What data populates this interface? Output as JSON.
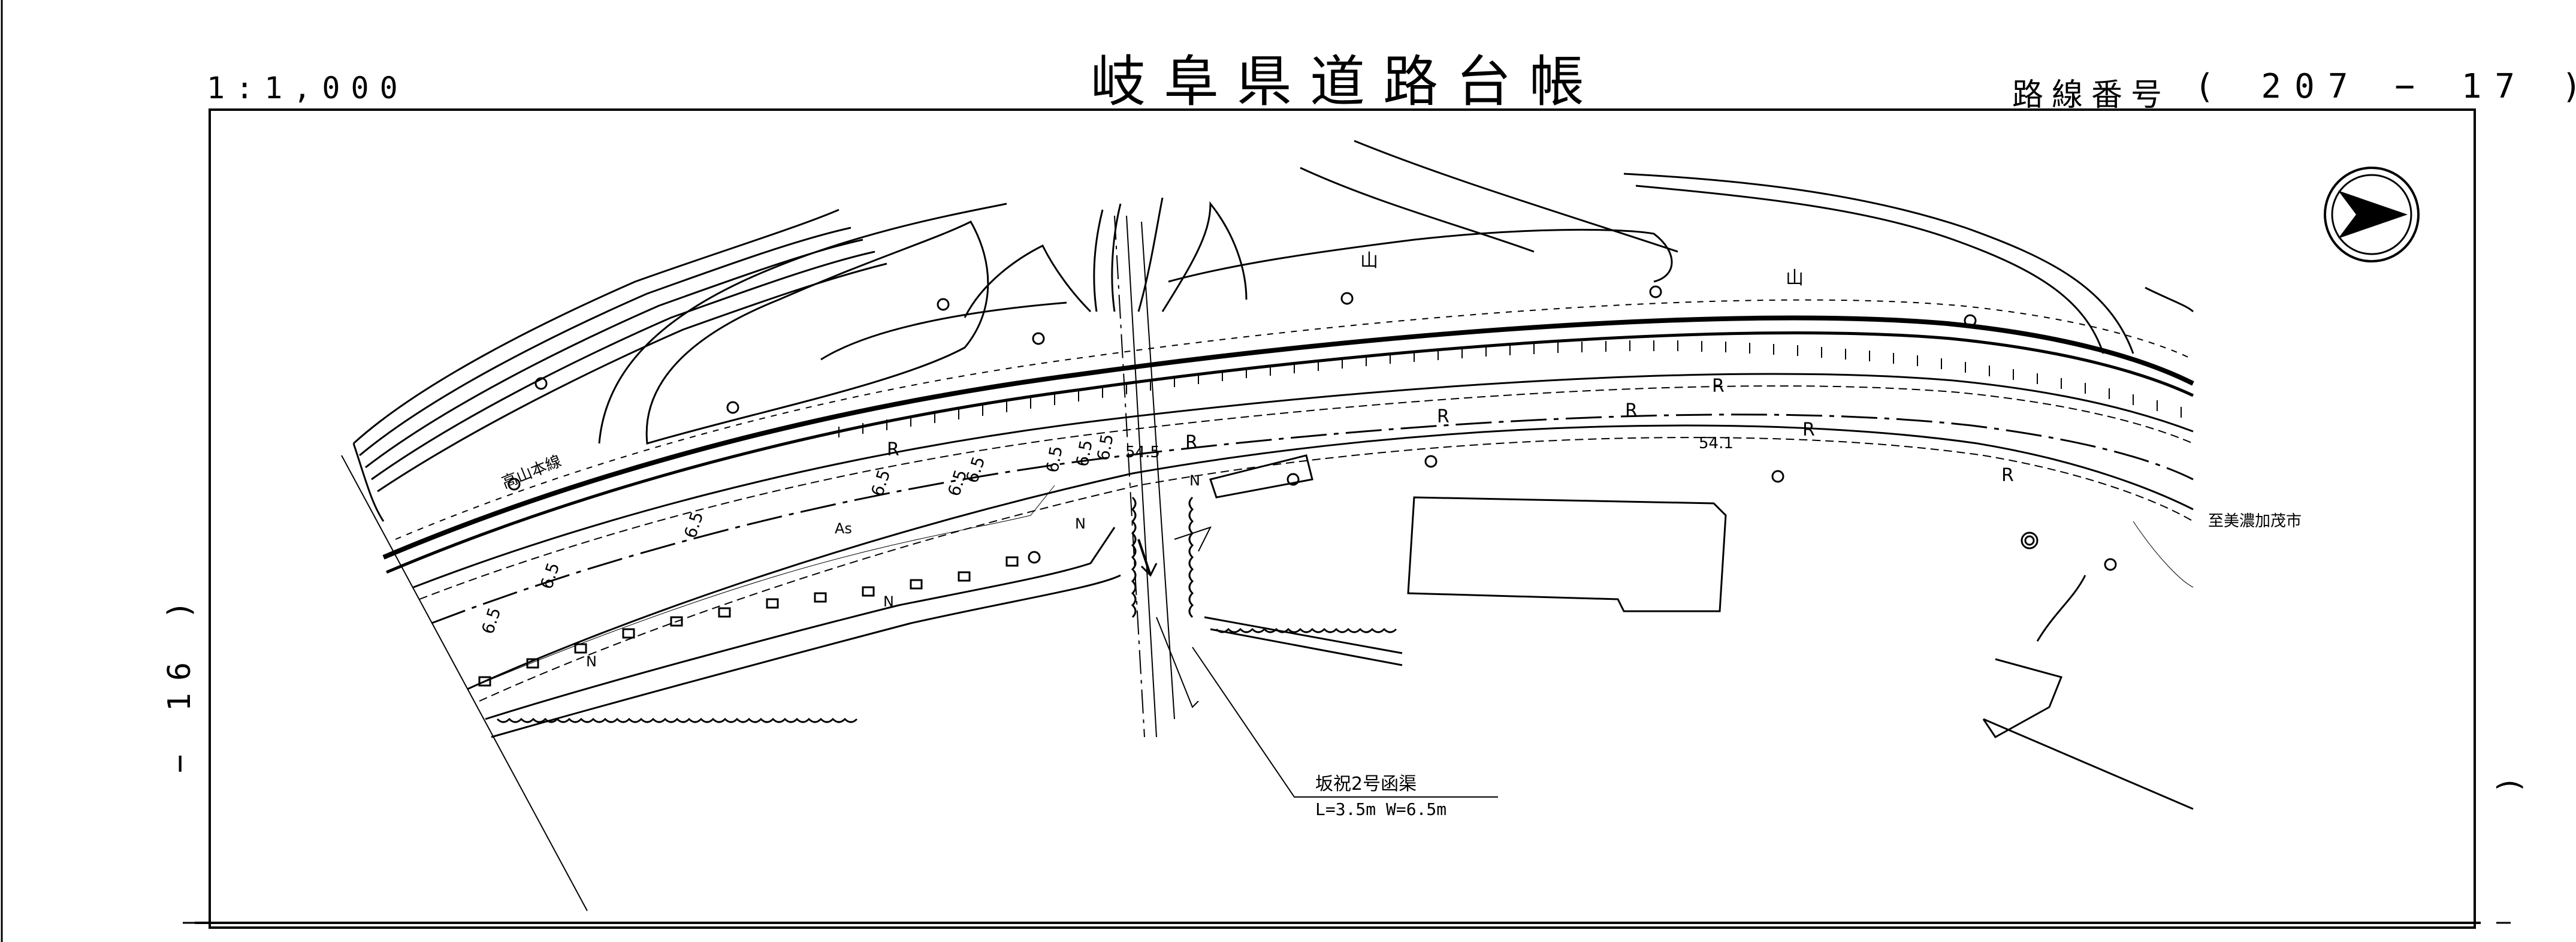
{
  "sheet": {
    "title": "岐阜県道路台帳",
    "scale": "1:1,000",
    "route_label": "路線番号",
    "route_number": "( 207 − 17 )",
    "sheet_number": "− 16 )",
    "right_margin_mark": ")"
  },
  "map": {
    "rail_line": "高山本線",
    "destination": "至美濃加茂市",
    "culvert_name": "坂祝2号函渠",
    "culvert_dims": "L=3.5m  W=6.5m",
    "surface": "As",
    "width_labels": [
      "6.5",
      "6.5",
      "6.5",
      "6.5",
      "6.5",
      "6.5",
      "6.5",
      "6.5",
      "6.5"
    ],
    "station_labels": [
      "54.5",
      "54.1"
    ],
    "r_label": "R",
    "n_label": "N",
    "slope_mark": "山",
    "north_arrow_icon": "north-arrow-icon"
  }
}
